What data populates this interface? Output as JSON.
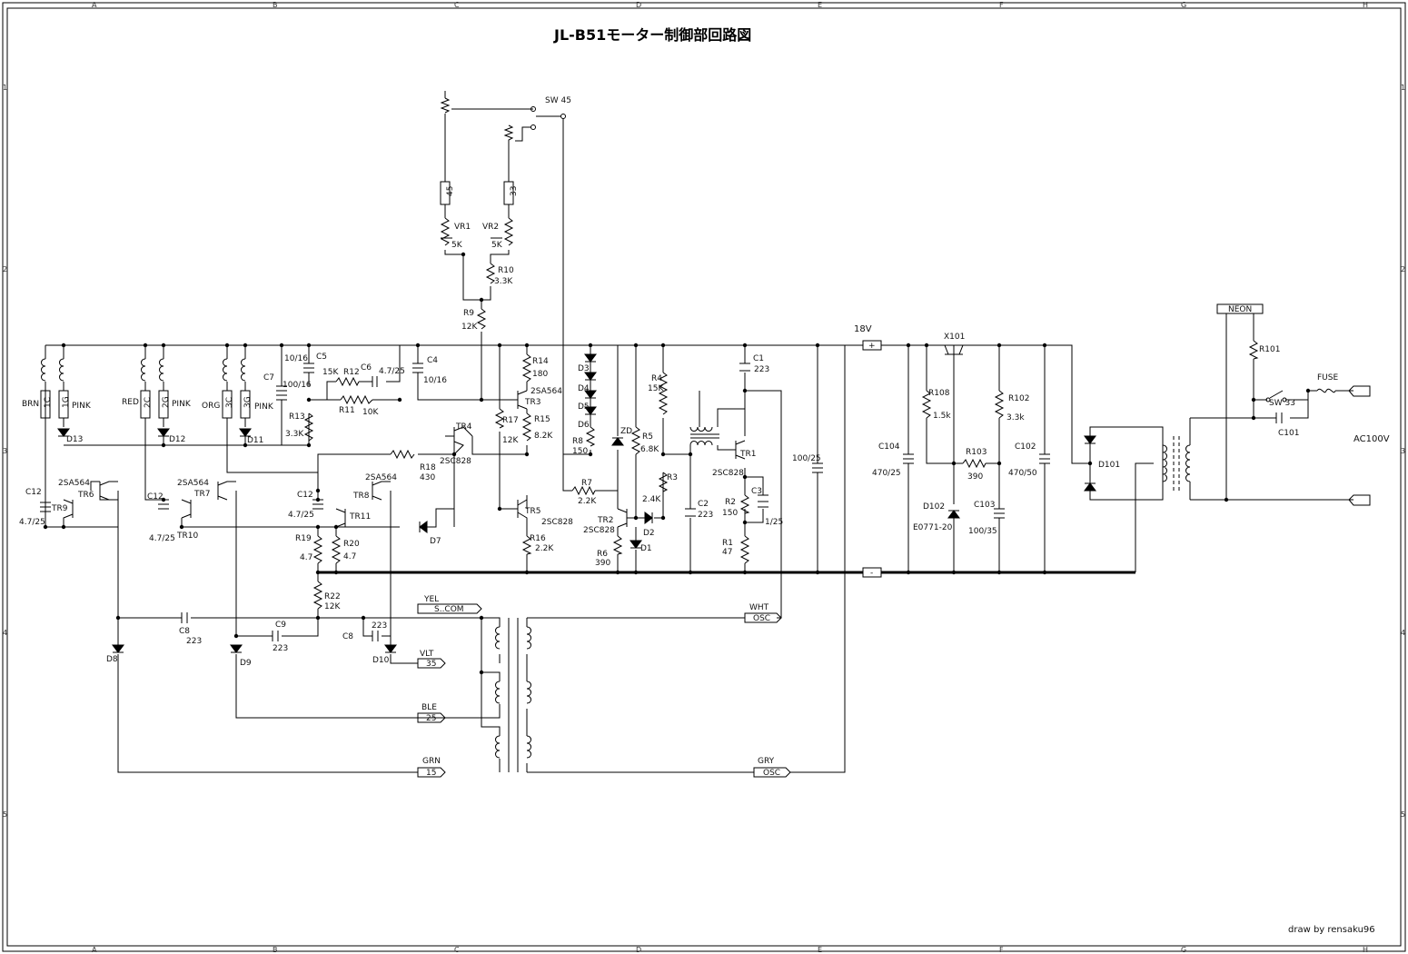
{
  "title": "JL-B51モーター制御部回路図",
  "credit": "draw by rensaku96",
  "frame": {
    "columns": [
      "A",
      "B",
      "C",
      "D",
      "E",
      "F",
      "G",
      "H"
    ],
    "rows": [
      "1",
      "2",
      "3",
      "4",
      "5"
    ]
  },
  "labels": {
    "sw45": "SW 45",
    "vr1": "VR1",
    "vr2": "VR2",
    "vr1val": "5K",
    "vr2val": "5K",
    "r45": "45",
    "r33": "33",
    "r10": "R10",
    "r10v": "3.3K",
    "r9": "R9",
    "r9v": "12K",
    "v18": "18V",
    "brn": "BRN",
    "red": "RED",
    "org": "ORG",
    "pink1": "PINK",
    "pink2": "PINK",
    "pink3": "PINK",
    "c1c": "1C",
    "c1g": "1G",
    "c2c": "2C",
    "c2g": "2G",
    "c3c": "3C",
    "c3g": "3G",
    "d13": "D13",
    "d12": "D12",
    "d11": "D11",
    "c7": "C7",
    "c7v": "100/16",
    "c5": "C5",
    "c5v": "10/16",
    "r12": "R12",
    "r12v": "15K",
    "c6": "C6",
    "c6v": "4.7/25",
    "r11": "R11",
    "r11v": "10K",
    "c4": "C4",
    "c4v": "10/16",
    "r13": "R13",
    "r13v": "3.3K",
    "r14": "R14",
    "r14v": "180",
    "tr3": "TR3",
    "tr3t": "2SA564",
    "r15": "R15",
    "r15v": "8.2K",
    "r17": "R17",
    "r17v": "12K",
    "tr4": "TR4",
    "tr4t": "2SC828",
    "r18": "R18",
    "r18v": "430",
    "tr5": "TR5",
    "tr5t": "2SC828",
    "r16": "R16",
    "r16v": "2.2K",
    "d3": "D3",
    "d4": "D4",
    "d5": "D5",
    "d6": "D6",
    "r8": "R8",
    "r8v": "150",
    "zd": "ZD",
    "r5": "R5",
    "r5v": "6.8K",
    "r4": "R4",
    "r4v": "15K",
    "r3": "R3",
    "r3v": "2.4K",
    "c2": "C2",
    "c2v": "223",
    "r7": "R7",
    "r7v": "2.2K",
    "tr2": "TR2",
    "tr2t": "2SC828",
    "d2": "D2",
    "d1": "D1",
    "r6": "R6",
    "r6v": "390",
    "c1": "C1",
    "c1v": "223",
    "tr1": "TR1",
    "tr1t": "2SC828",
    "r2": "R2",
    "r2v": "150",
    "c3": "C3",
    "c3v": "1/25",
    "r1": "R1",
    "r1v": "47",
    "c12a": "C12",
    "c12av": "4.7/25",
    "tr9": "TR9",
    "tr6": "TR6",
    "tr6t": "2SA564",
    "c12b": "C12",
    "c12bv": "4.7/25",
    "tr10": "TR10",
    "tr7": "TR7",
    "tr7t": "2SA564",
    "c12c": "C12",
    "c12cv": "4.7/25",
    "tr11": "TR11",
    "tr8": "TR8",
    "tr8t": "2SA564",
    "r19": "R19",
    "r19v": "4.7",
    "r20": "R20",
    "r20v": "4.7",
    "d7": "D7",
    "r22": "R22",
    "r22v": "12K",
    "c8a": "C8",
    "c8av": "223",
    "c9": "C9",
    "c9v": "223",
    "c8b": "C8",
    "c8bv": "223",
    "d8": "D8",
    "d9": "D9",
    "d10": "D10",
    "yel": "YEL",
    "scom": "S..COM",
    "vlt": "VLT",
    "v35": "35",
    "ble": "BLE",
    "v25": "25",
    "grn": "GRN",
    "v15": "15",
    "wht": "WHT",
    "osc1": "OSC",
    "gry": "GRY",
    "osc2": "OSC",
    "c100": "100/25",
    "plus": "+",
    "minus": "-",
    "x101": "X101",
    "r108": "R108",
    "r108v": "1.5k",
    "r102": "R102",
    "r102v": "3.3k",
    "c104": "C104",
    "c104v": "470/25",
    "r103": "R103",
    "r103v": "390",
    "c102": "C102",
    "c102v": "470/50",
    "d102": "D102",
    "d102t": "E0771-20",
    "c103": "C103",
    "c103v": "100/35",
    "d101": "D101",
    "neon": "NEON",
    "r101": "R101",
    "sw33": "SW  33",
    "fuse": "FUSE",
    "c101": "C101",
    "ac": "AC100V"
  }
}
